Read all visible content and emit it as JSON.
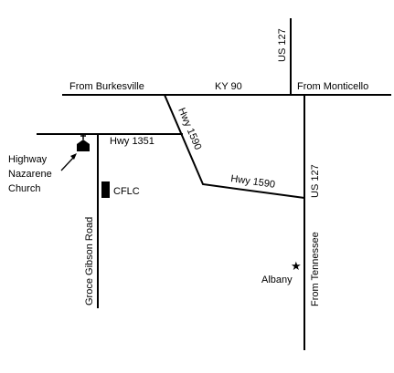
{
  "roads": {
    "ky90": "KY 90",
    "from_burkesville": "From Burkesville",
    "from_monticello": "From Monticello",
    "us127_top": "US 127",
    "us127_right": "US 127",
    "from_tennessee": "From Tennessee",
    "hwy1351": "Hwy 1351",
    "hwy1590_diagonal": "Hwy 1590",
    "hwy1590_lower": "Hwy 1590",
    "groce_gibson": "Groce Gibson Road"
  },
  "places": {
    "church_line1": "Highway",
    "church_line2": "Nazarene",
    "church_line3": "Church",
    "cflc": "CFLC",
    "albany": "Albany"
  },
  "icons": {
    "church": "church-icon",
    "star": "star-icon",
    "arrow": "arrow-icon"
  },
  "colors": {
    "road": "#000000",
    "background": "#ffffff"
  }
}
